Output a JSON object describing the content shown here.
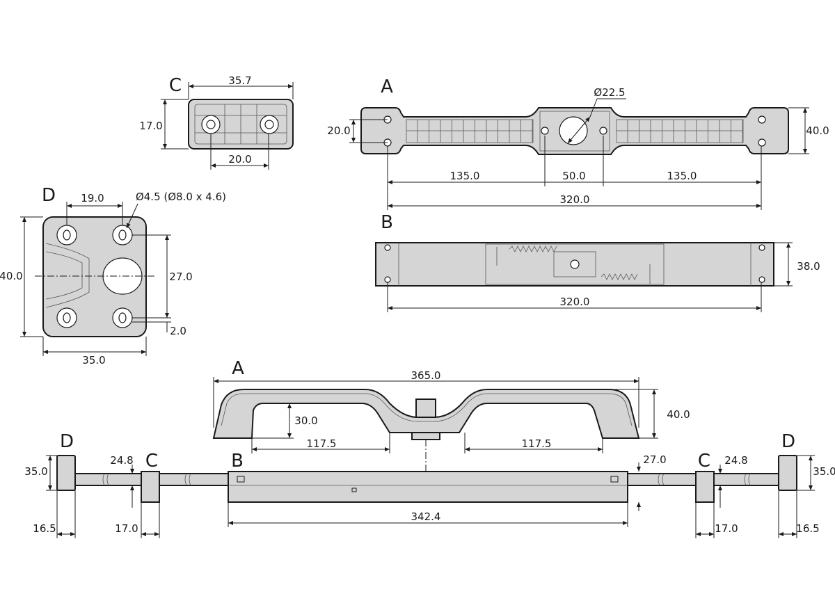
{
  "part_labels": {
    "a_top": "A",
    "b_top": "B",
    "c_top": "C",
    "d_top": "D",
    "a_bottom": "A",
    "b_bottom": "B",
    "c_left": "C",
    "c_right": "C",
    "d_left": "D",
    "d_right": "D"
  },
  "part_c": {
    "width": "35.7",
    "height": "17.0",
    "hole_spacing": "20.0"
  },
  "part_a": {
    "hole_diameter": "Ø22.5",
    "left_height": "20.0",
    "height": "40.0",
    "seg_left": "135.0",
    "seg_mid": "50.0",
    "seg_right": "135.0",
    "total": "320.0"
  },
  "part_b": {
    "height": "38.0",
    "total": "320.0"
  },
  "part_d": {
    "spacing": "19.0",
    "hole": "Ø4.5  (Ø8.0 x 4.6)",
    "height": "40.0",
    "inner": "27.0",
    "offset": "2.0",
    "width": "35.0"
  },
  "assembly": {
    "a_width": "365.0",
    "a_height": "40.0",
    "a_depth": "30.0",
    "a_left": "117.5",
    "a_right": "117.5",
    "d_left_h": "35.0",
    "d_right_h": "35.0",
    "c_left_h": "24.8",
    "c_right_h": "24.8",
    "b_h": "27.0",
    "d_left_w": "16.5",
    "d_right_w": "16.5",
    "c_left_w": "17.0",
    "c_right_w": "17.0",
    "b_length": "342.4"
  }
}
